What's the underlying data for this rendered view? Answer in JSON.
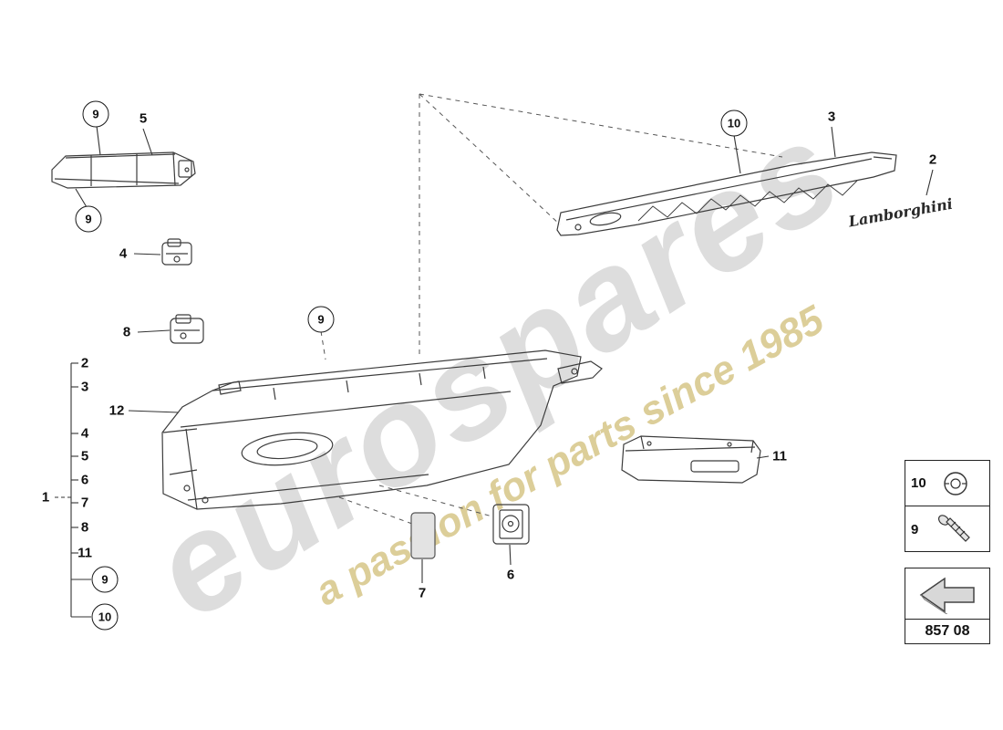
{
  "watermark": {
    "brand": "eurospares",
    "tagline": "a passion for parts since 1985"
  },
  "badge": {
    "script": "Lamborghini"
  },
  "callouts": [
    {
      "label": "9",
      "shape": "circle"
    },
    {
      "label": "5",
      "shape": "plain"
    },
    {
      "label": "9",
      "shape": "circle"
    },
    {
      "label": "4",
      "shape": "plain"
    },
    {
      "label": "8",
      "shape": "plain"
    },
    {
      "label": "9",
      "shape": "circle"
    },
    {
      "label": "10",
      "shape": "circle"
    },
    {
      "label": "3",
      "shape": "plain"
    },
    {
      "label": "2",
      "shape": "plain"
    },
    {
      "label": "12",
      "shape": "plain"
    },
    {
      "label": "1",
      "shape": "plain"
    },
    {
      "label": "2",
      "shape": "plain"
    },
    {
      "label": "3",
      "shape": "plain"
    },
    {
      "label": "4",
      "shape": "plain"
    },
    {
      "label": "5",
      "shape": "plain"
    },
    {
      "label": "6",
      "shape": "plain"
    },
    {
      "label": "7",
      "shape": "plain"
    },
    {
      "label": "8",
      "shape": "plain"
    },
    {
      "label": "11",
      "shape": "plain"
    },
    {
      "label": "9",
      "shape": "circle"
    },
    {
      "label": "10",
      "shape": "circle"
    },
    {
      "label": "11",
      "shape": "plain"
    },
    {
      "label": "6",
      "shape": "plain"
    },
    {
      "label": "7",
      "shape": "plain"
    }
  ],
  "legend": {
    "rows": [
      {
        "label": "10",
        "icon": "clip-icon"
      },
      {
        "label": "9",
        "icon": "screw-icon"
      }
    ]
  },
  "nav": {
    "code": "857 08",
    "icon": "back-arrow-icon"
  }
}
